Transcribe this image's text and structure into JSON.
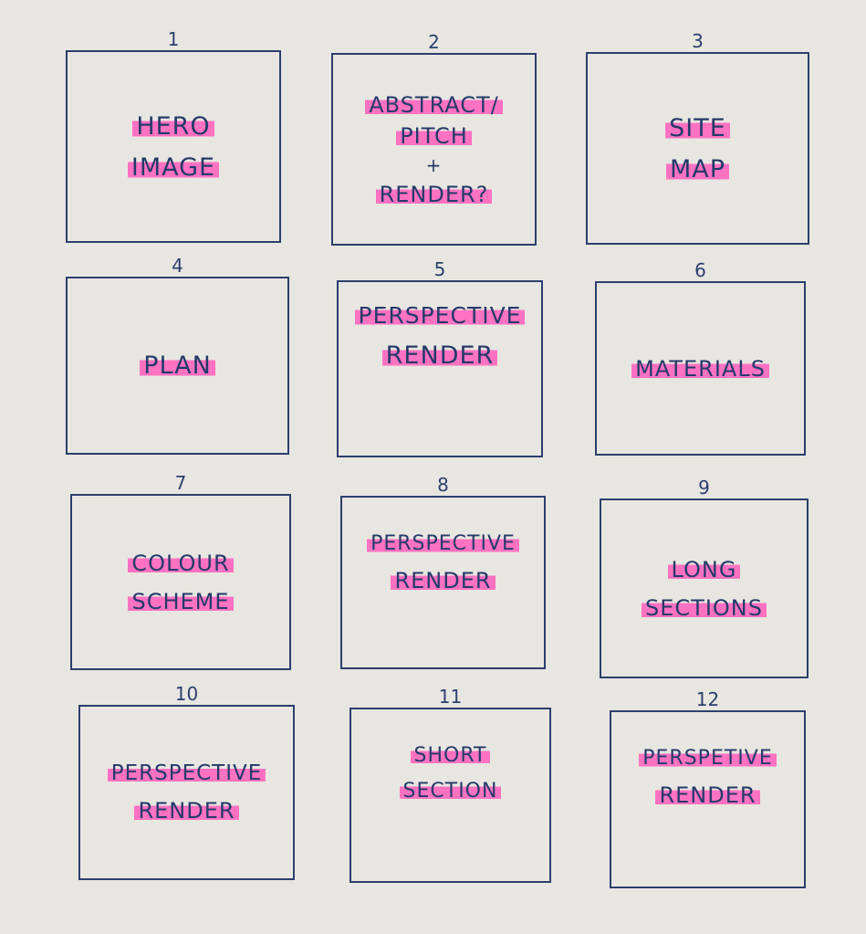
{
  "panels": [
    {
      "number": "1",
      "lines": [
        "HERO",
        "IMAGE"
      ]
    },
    {
      "number": "2",
      "lines": [
        "ABSTRACT/",
        "PITCH",
        "+",
        "RENDER?"
      ]
    },
    {
      "number": "3",
      "lines": [
        "SITE",
        "MAP"
      ]
    },
    {
      "number": "4",
      "lines": [
        "PLAN"
      ]
    },
    {
      "number": "5",
      "lines": [
        "PERSPECTIVE",
        "RENDER"
      ]
    },
    {
      "number": "6",
      "lines": [
        "MATERIALS"
      ]
    },
    {
      "number": "7",
      "lines": [
        "COLOUR",
        "SCHEME"
      ]
    },
    {
      "number": "8",
      "lines": [
        "PERSPECTIVE",
        "RENDER"
      ]
    },
    {
      "number": "9",
      "lines": [
        "LONG",
        "SECTIONS"
      ]
    },
    {
      "number": "10",
      "lines": [
        "PERSPECTIVE",
        "RENDER"
      ]
    },
    {
      "number": "11",
      "lines": [
        "SHORT",
        "SECTION"
      ]
    },
    {
      "number": "12",
      "lines": [
        "PERSPETIVE",
        "RENDER"
      ]
    }
  ],
  "colors": {
    "ink": "#2b3f6e",
    "highlight": "#ff72c2",
    "paper": "#e8e6e1"
  }
}
